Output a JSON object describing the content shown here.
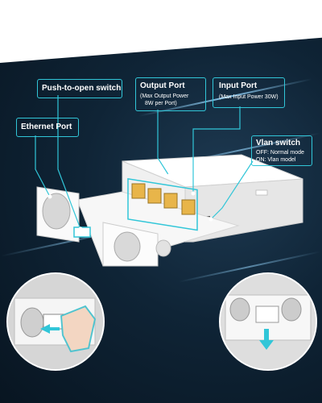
{
  "callouts": {
    "push_to_open": {
      "title": "Push-to-open switch"
    },
    "ethernet_port": {
      "title": "Ethernet Port"
    },
    "output_port": {
      "title": "Output Port",
      "note_line1": "(Max Output Power",
      "note_line2": "8W per Port)"
    },
    "input_port": {
      "title": "Input Port",
      "note": "(Max Input Power 30W)"
    },
    "vlan_switch": {
      "title": "Vlan switch",
      "off": "OFF: Normal mode",
      "on": "ON: Vlan model"
    }
  },
  "colors": {
    "accent": "#31c6d8",
    "port": "#e8b54a",
    "background": "#0f2436",
    "device": "#f4f4f4"
  },
  "icons": [
    "hand-press-icon",
    "arrow-down-icon",
    "arrow-left-icon"
  ]
}
